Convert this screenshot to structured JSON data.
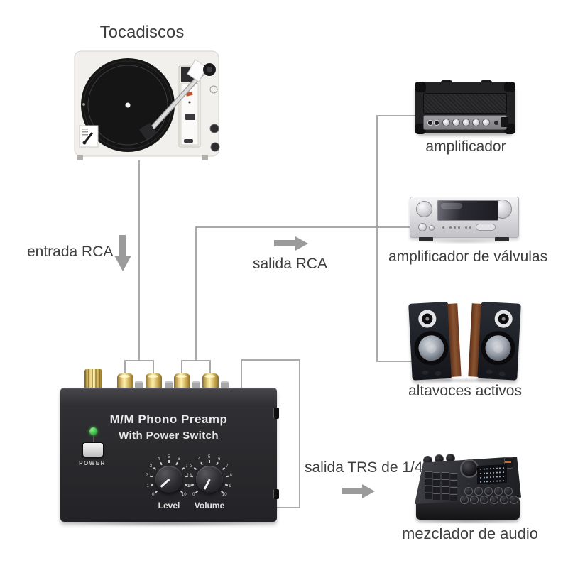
{
  "labels": {
    "turntable": "Tocadiscos",
    "amplifier": "amplificador",
    "tube_amplifier": "amplificador de válvulas",
    "active_speakers": "altavoces activos",
    "audio_mixer": "mezclador de audio"
  },
  "connections": {
    "rca_input": "entrada RCA",
    "rca_output": "salida RCA",
    "trs_output": "salida TRS de 1/4"
  },
  "preamp": {
    "title": "M/M Phono Preamp",
    "subtitle": "With Power Switch",
    "power_label": "POWER",
    "knobs": [
      {
        "label": "Level"
      },
      {
        "label": "Volume"
      }
    ],
    "scale_numbers": [
      "0",
      "1",
      "2",
      "3",
      "4",
      "5",
      "6",
      "7",
      "8",
      "9",
      "10"
    ]
  },
  "icons": {
    "input_arrow": "down-arrow-icon",
    "rca_output_arrow": "right-arrow-icon",
    "trs_output_arrow": "right-arrow-icon"
  },
  "colors": {
    "background": "#ffffff",
    "connector_line": "#a9a9a9",
    "arrow": "#9b9b9b",
    "label_text": "#3e3e3e",
    "preamp_text": "#ececec",
    "gold_connector": "#d9bf6a",
    "power_led": "#3fbf47"
  }
}
